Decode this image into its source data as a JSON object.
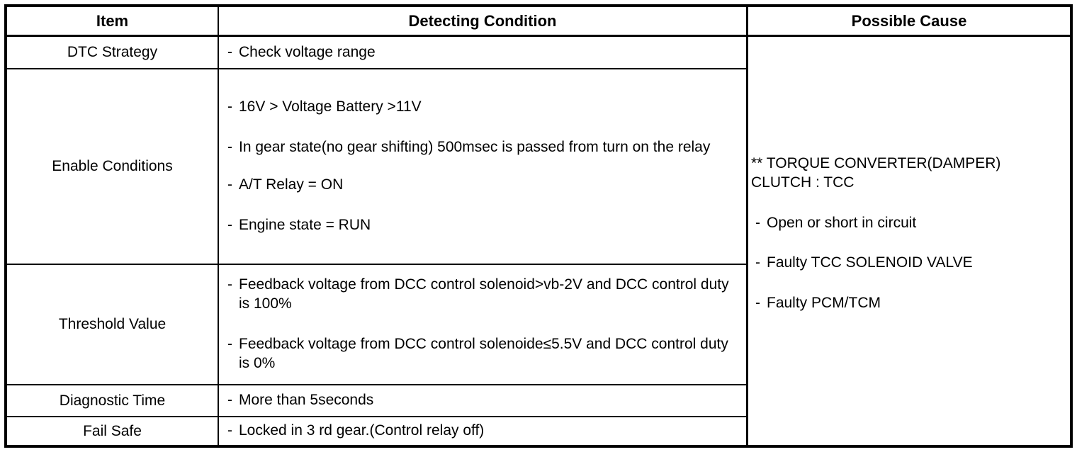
{
  "table": {
    "headers": {
      "item": "Item",
      "detecting_condition": "Detecting Condition",
      "possible_cause": "Possible Cause"
    },
    "rows": [
      {
        "item": "DTC Strategy",
        "conditions": [
          "Check voltage range"
        ]
      },
      {
        "item": "Enable Conditions",
        "conditions": [
          "16V > Voltage Battery >11V",
          "In gear state(no gear shifting) 500msec is passed from turn on the relay",
          "A/T Relay = ON",
          "Engine state = RUN"
        ]
      },
      {
        "item": "Threshold Value",
        "conditions": [
          "Feedback voltage from DCC control solenoid>vb-2V and DCC control duty is 100%",
          "Feedback voltage from DCC control solenoide≤5.5V and DCC control duty is 0%"
        ]
      },
      {
        "item": "Diagnostic Time",
        "conditions": [
          "More than 5seconds"
        ]
      },
      {
        "item": "Fail Safe",
        "conditions": [
          "Locked in 3 rd gear.(Control relay off)"
        ]
      }
    ],
    "possible_cause": {
      "note": "** TORQUE CONVERTER(DAMPER)\nCLUTCH : TCC",
      "causes": [
        "Open or short in circuit",
        "Faulty TCC SOLENOID VALVE",
        "Faulty PCM/TCM"
      ]
    },
    "bullet_marker": "-"
  },
  "colors": {
    "border": "#000000",
    "background": "#ffffff",
    "text": "#000000"
  }
}
